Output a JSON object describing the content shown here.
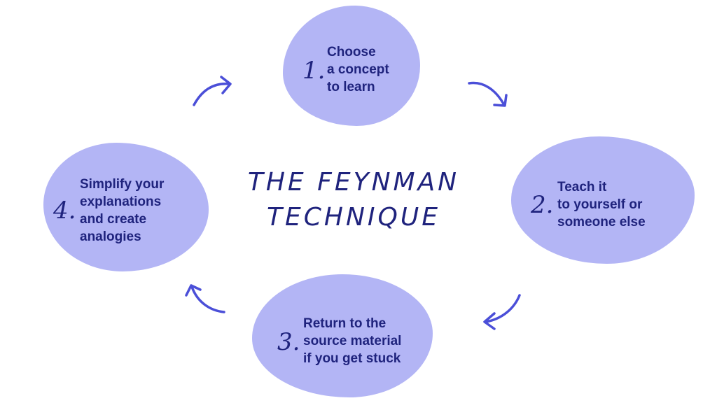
{
  "title": {
    "line1": "THE FEYNMAN",
    "line2": "TECHNIQUE"
  },
  "steps": [
    {
      "number": "1.",
      "lines": [
        "Choose",
        "a concept",
        "to learn"
      ]
    },
    {
      "number": "2.",
      "lines": [
        "Teach it",
        "to yourself or",
        "someone else"
      ]
    },
    {
      "number": "3.",
      "lines": [
        "Return to the",
        "source material",
        "if you get stuck"
      ]
    },
    {
      "number": "4.",
      "lines": [
        "Simplify your",
        "explanations",
        "and create",
        "analogies"
      ]
    }
  ],
  "arrow_icons": [
    "curved-arrow-right",
    "curved-arrow-down",
    "curved-arrow-left",
    "curved-arrow-up"
  ],
  "colors": {
    "blob": "#b3b5f5",
    "text": "#1f237d",
    "arrow": "#4b4fd8",
    "background": "#ffffff"
  }
}
